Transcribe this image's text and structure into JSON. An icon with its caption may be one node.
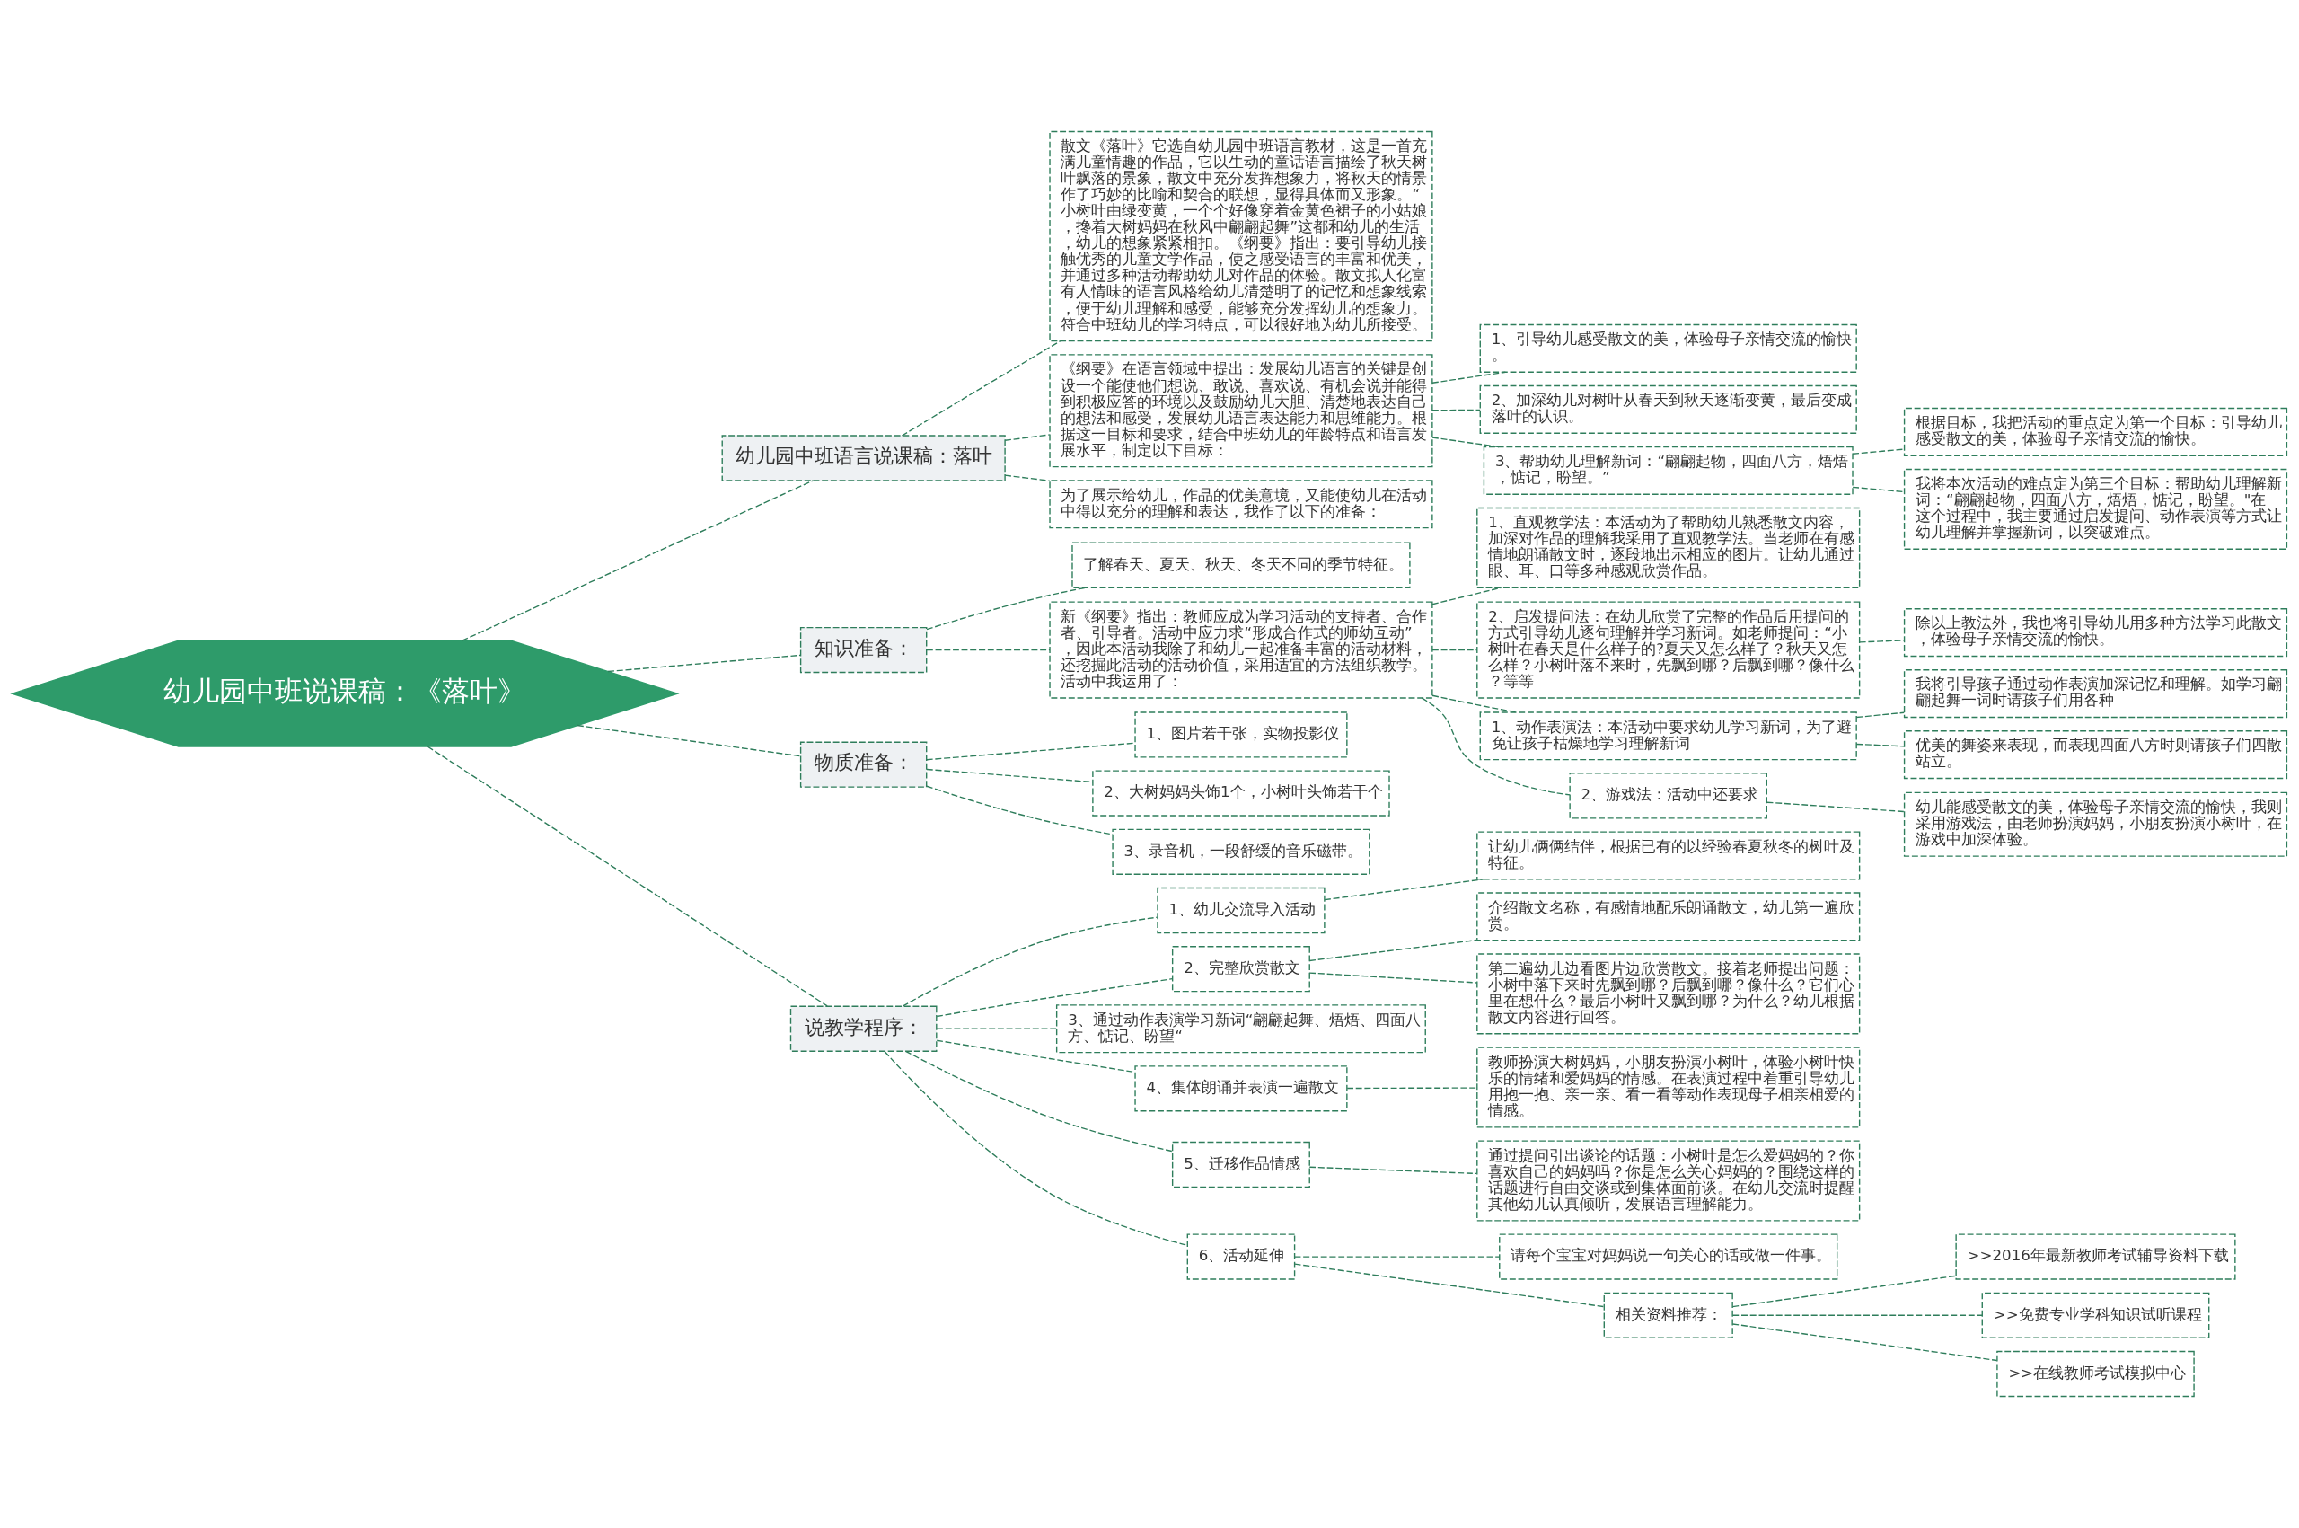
{
  "diagram": {
    "nodes": [
      {
        "text": [
          "幼儿园中班说课稿：《落叶》"
        ]
      },
      {
        "text": [
          "幼儿园中班语言说课稿：落叶"
        ]
      },
      {
        "text": [
          "散文《落叶》它选自幼儿园中班语言教材，这是一首充满儿童情趣的作品，它以生动的童话语言描绘了秋天树叶飘落的景象，散文中充分发挥想象力，将秋天的情景作了巧妙的比喻和契合的联想，显得具体而又形象。“小树叶由绿变黄，一个个好像穿着金黄色裙子的小姑娘，搀着大树妈妈在秋风中翩翩起舞”这都和幼儿的生活，幼儿的想象紧紧相扣。《纲要》指出：要引导幼儿接触优秀的儿童文学作品，使之感受语言的丰富和优美，并通过多种活动帮助幼儿对作品的体验。散文拟人化富有人情味的语言风格给幼儿清楚明了的记忆和想象线索，便于幼儿理解和感受，能够充分发挥幼儿的想象力。符合中班幼儿的学习特点，可以很好地为幼儿所接受。"
        ]
      },
      {
        "text": [
          "《纲要》在语言领域中提出：发展幼儿语言的关键是创设一个能使他们想说、敢说、喜欢说、有机会说并能得到积极应答的环境以及鼓励幼儿大胆、清楚地表达自己的想法和感受，发展幼儿语言表达能力和思维能力。根据这一目标和要求，结合中班幼儿的年龄特点和语言发展水平，制定以下目标："
        ]
      },
      {
        "text": [
          "1、引导幼儿感受散文的美，体验母子亲情交流的愉快。"
        ]
      },
      {
        "text": [
          "2、加深幼儿对树叶从春天到秋天逐渐变黄，最后变成落叶的认识。"
        ]
      },
      {
        "text": [
          "3、帮助幼儿理解新词：“翩翩起物，四面八方，焐焐，惦记，盼望。”"
        ]
      },
      {
        "text": [
          "根据目标，我把活动的重点定为第一个目标：引导幼儿感受散文的美，体验母子亲情交流的愉快。"
        ]
      },
      {
        "text": [
          "我将本次活动的难点定为第三个目标：帮助幼儿理解新词：“翩翩起物，四面八方，焐焐，惦记，盼望。\"在这个过程中，我主要通过启发提问、动作表演等方式让幼儿理解并掌握新词，以突破难点。"
        ]
      },
      {
        "text": [
          "为了展示给幼儿，作品的优美意境，又能使幼儿在活动中得以充分的理解和表达，我作了以下的准备："
        ]
      },
      {
        "text": [
          "知识准备："
        ]
      },
      {
        "text": [
          "了解春天、夏天、秋天、冬天不同的季节特征。"
        ]
      },
      {
        "text": [
          "新《纲要》指出：教师应成为学习活动的支持者、合作者、引导者。活动中应力求“形成合作式的师幼互动”，因此本活动我除了和幼儿一起准备丰富的活动材料，还挖掘此活动的活动价值，采用适宜的方法组织教学。活动中我运用了："
        ]
      },
      {
        "text": [
          "1、直观教学法：本活动为了帮助幼儿熟悉散文内容，加深对作品的理解我采用了直观教学法。当老师在有感情地朗诵散文时，逐段地出示相应的图片。让幼儿通过眼、耳、口等多种感观欣赏作品。"
        ]
      },
      {
        "text": [
          "2、启发提问法：在幼儿欣赏了完整的作品后用提问的方式引导幼儿逐句理解并学习新词。如老师提问：“小树叶在春天是什么样子的?夏天又怎么样了？秋天又怎么样？小树叶落不来时，先飘到哪？后飘到哪？像什么？等等"
        ]
      },
      {
        "text": [
          "除以上教法外，我也将引导幼儿用多种方法学习此散文，体验母子亲情交流的愉快。"
        ]
      },
      {
        "text": [
          "1、动作表演法：本活动中要求幼儿学习新词，为了避免让孩子枯燥地学习理解新词"
        ]
      },
      {
        "text": [
          "我将引导孩子通过动作表演加深记忆和理解。如学习翩翩起舞一词时请孩子们用各种"
        ]
      },
      {
        "text": [
          "优美的舞姿来表现，而表现四面八方时则请孩子们四散站立。"
        ]
      },
      {
        "text": [
          "2、游戏法：活动中还要求"
        ]
      },
      {
        "text": [
          "幼儿能感受散文的美，体验母子亲情交流的愉快，我则采用游戏法，由老师扮演妈妈，小朋友扮演小树叶，在游戏中加深体验。"
        ]
      },
      {
        "text": [
          "物质准备："
        ]
      },
      {
        "text": [
          "1、图片若干张，实物投影仪"
        ]
      },
      {
        "text": [
          "2、大树妈妈头饰1个，小树叶头饰若干个"
        ]
      },
      {
        "text": [
          "3、录音机，一段舒缓的音乐磁带。"
        ]
      },
      {
        "text": [
          "说教学程序："
        ]
      },
      {
        "text": [
          "1、幼儿交流导入活动"
        ]
      },
      {
        "text": [
          "让幼儿俩俩结伴，根据已有的以经验春夏秋冬的树叶及特征。"
        ]
      },
      {
        "text": [
          "2、完整欣赏散文"
        ]
      },
      {
        "text": [
          "介绍散文名称，有感情地配乐朗诵散文，幼儿第一遍欣赏。"
        ]
      },
      {
        "text": [
          "第二遍幼儿边看图片边欣赏散文。接着老师提出问题：小树中落下来时先飘到哪？后飘到哪？像什么？它们心里在想什么？最后小树叶又飘到哪？为什么？幼儿根据散文内容进行回答。"
        ]
      },
      {
        "text": [
          "3、通过动作表演学习新词“翩翩起舞、焐焐、四面八方、惦记、盼望“"
        ]
      },
      {
        "text": [
          "4、集体朗诵并表演一遍散文"
        ]
      },
      {
        "text": [
          "教师扮演大树妈妈，小朋友扮演小树叶，体验小树叶快乐的情绪和爱妈妈的情感。在表演过程中着重引导幼儿用抱一抱、亲一亲、看一看等动作表现母子相亲相爱的情感。"
        ]
      },
      {
        "text": [
          "5、迁移作品情感"
        ]
      },
      {
        "text": [
          "通过提问引出谈论的话题：小树叶是怎么爱妈妈的？你喜欢自己的妈妈吗？你是怎么关心妈妈的？围绕这样的话题进行自由交谈或到集体面前谈。在幼儿交流时提醒其他幼儿认真倾听，发展语言理解能力。"
        ]
      },
      {
        "text": [
          "6、活动延伸"
        ]
      },
      {
        "text": [
          "请每个宝宝对妈妈说一句关心的话或做一件事。"
        ]
      },
      {
        "text": [
          "相关资料推荐："
        ]
      },
      {
        "text": [
          ">>2016年最新教师考试辅导资料下载"
        ]
      },
      {
        "text": [
          ">>免费专业学科知识试听课程"
        ]
      },
      {
        "text": [
          ">>在线教师考试模拟中心"
        ]
      }
    ],
    "edges": [
      {
        "from": 0,
        "to": 1,
        "arrow": "none"
      },
      {
        "from": 1,
        "to": 2,
        "arrow": "none"
      },
      {
        "from": 1,
        "to": 3,
        "arrow": "none"
      },
      {
        "from": 3,
        "to": 4,
        "arrow": "none"
      },
      {
        "from": 3,
        "to": 5,
        "arrow": "none"
      },
      {
        "from": 3,
        "to": 6,
        "arrow": "none"
      },
      {
        "from": 6,
        "to": 7,
        "arrow": "none"
      },
      {
        "from": 6,
        "to": 8,
        "arrow": "none"
      },
      {
        "from": 1,
        "to": 9,
        "arrow": "none"
      },
      {
        "from": 0,
        "to": 10,
        "arrow": "none"
      },
      {
        "from": 10,
        "to": 11,
        "arrow": "none"
      },
      {
        "from": 10,
        "to": 12,
        "arrow": "none"
      },
      {
        "from": 12,
        "to": 13,
        "arrow": "none"
      },
      {
        "from": 12,
        "to": 14,
        "arrow": "none"
      },
      {
        "from": 14,
        "to": 15,
        "arrow": "none"
      },
      {
        "from": 12,
        "to": 16,
        "arrow": "none"
      },
      {
        "from": 16,
        "to": 17,
        "arrow": "none"
      },
      {
        "from": 16,
        "to": 18,
        "arrow": "none"
      },
      {
        "from": 12,
        "to": 19,
        "arrow": "none"
      },
      {
        "from": 19,
        "to": 20,
        "arrow": "none"
      },
      {
        "from": 0,
        "to": 21,
        "arrow": "none"
      },
      {
        "from": 21,
        "to": 22,
        "arrow": "none"
      },
      {
        "from": 21,
        "to": 23,
        "arrow": "none"
      },
      {
        "from": 21,
        "to": 24,
        "arrow": "none"
      },
      {
        "from": 0,
        "to": 25,
        "arrow": "none"
      },
      {
        "from": 25,
        "to": 26,
        "arrow": "none"
      },
      {
        "from": 26,
        "to": 27,
        "arrow": "none"
      },
      {
        "from": 25,
        "to": 28,
        "arrow": "none"
      },
      {
        "from": 28,
        "to": 29,
        "arrow": "none"
      },
      {
        "from": 28,
        "to": 30,
        "arrow": "none"
      },
      {
        "from": 25,
        "to": 31,
        "arrow": "none"
      },
      {
        "from": 25,
        "to": 32,
        "arrow": "none"
      },
      {
        "from": 32,
        "to": 33,
        "arrow": "none"
      },
      {
        "from": 25,
        "to": 34,
        "arrow": "none"
      },
      {
        "from": 34,
        "to": 35,
        "arrow": "none"
      },
      {
        "from": 25,
        "to": 36,
        "arrow": "none"
      },
      {
        "from": 36,
        "to": 37,
        "arrow": "none"
      },
      {
        "from": 36,
        "to": 38,
        "arrow": "none"
      },
      {
        "from": 38,
        "to": 39,
        "arrow": "none"
      },
      {
        "from": 38,
        "to": 40,
        "arrow": "none"
      },
      {
        "from": 38,
        "to": 41,
        "arrow": "none"
      }
    ]
  }
}
